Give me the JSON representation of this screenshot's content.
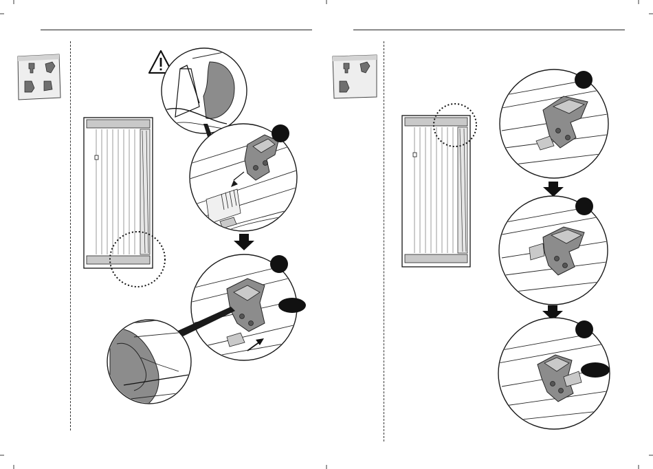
{
  "document": {
    "type": "assembly-manual-spread",
    "pages": [
      {
        "side": "left",
        "warning_icon": "warning-triangle-icon",
        "thumbnail_icon": "accessory-thumbnail-icon",
        "steps": [
          "detail-lock-insert",
          "detail-slide-lock"
        ],
        "arrow_icon": "down-arrow-icon"
      },
      {
        "side": "right",
        "thumbnail_icon": "accessory-thumbnail-icon",
        "steps": [
          "detail-open-latch",
          "detail-press-latch",
          "detail-locked-latch"
        ],
        "arrow_icon": "down-arrow-icon"
      }
    ]
  },
  "colors": {
    "ink": "#1a1a1a",
    "part_grey": "#8c8c8c",
    "light_grey": "#c9c9c9",
    "paper": "#ffffff"
  }
}
